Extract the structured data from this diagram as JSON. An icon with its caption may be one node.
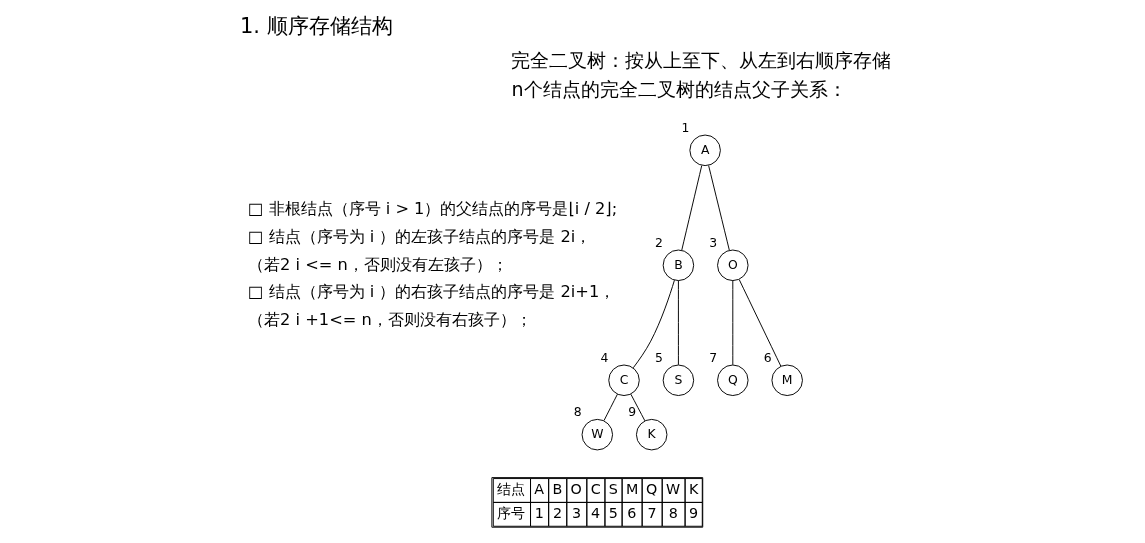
{
  "diagram": {
    "title": "1. 顺序存储结构",
    "nodes": [
      {
        "text": [
          "A"
        ],
        "beside": [
          "1"
        ]
      },
      {
        "text": [
          "B"
        ],
        "beside": [
          "2"
        ]
      },
      {
        "text": [
          "O"
        ],
        "beside": [
          "3"
        ]
      },
      {
        "text": [
          "C"
        ],
        "beside": [
          "4"
        ]
      },
      {
        "text": [
          "S"
        ],
        "beside": [
          "5"
        ]
      },
      {
        "text": [
          "M"
        ],
        "beside": [
          "6"
        ]
      },
      {
        "text": [
          "Q"
        ],
        "beside": [
          "7"
        ]
      },
      {
        "text": [
          "W"
        ],
        "beside": [
          "8"
        ]
      },
      {
        "text": [
          "K"
        ],
        "beside": [
          "9"
        ]
      }
    ],
    "edges": [
      {
        "from": 0,
        "to": 1,
        "arrow": "none"
      },
      {
        "from": 0,
        "to": 2,
        "arrow": "none"
      },
      {
        "from": 1,
        "to": 3,
        "arrow": "none"
      },
      {
        "from": 1,
        "to": 4,
        "arrow": "none"
      },
      {
        "from": 2,
        "to": 5,
        "arrow": "none"
      },
      {
        "from": 2,
        "to": 6,
        "arrow": "none"
      },
      {
        "from": 3,
        "to": 7,
        "arrow": "none"
      },
      {
        "from": 3,
        "to": 8,
        "arrow": "none"
      }
    ],
    "labels": [
      "完全二叉树：按从上至下、从左到右顺序存储",
      "n个结点的完全二叉树的结点父子关系：",
      "□ 非根结点（序号 i > 1）的父结点的序号是⌊i / 2⌋;",
      "□ 结点（序号为 i ）的左孩子结点的序号是 2i，",
      "（若2 i <= n，否则没有左孩子）；",
      "□ 结点（序号为 i ）的右孩子结点的序号是 2i+1，",
      "（若2 i +1<= n，否则没有右孩子）；",
      "结点",
      "A",
      "B",
      "O",
      "C",
      "S",
      "M",
      "Q",
      "W",
      "K",
      "序号",
      "1",
      "2",
      "3",
      "4",
      "5",
      "6",
      "7",
      "8",
      "9"
    ]
  }
}
